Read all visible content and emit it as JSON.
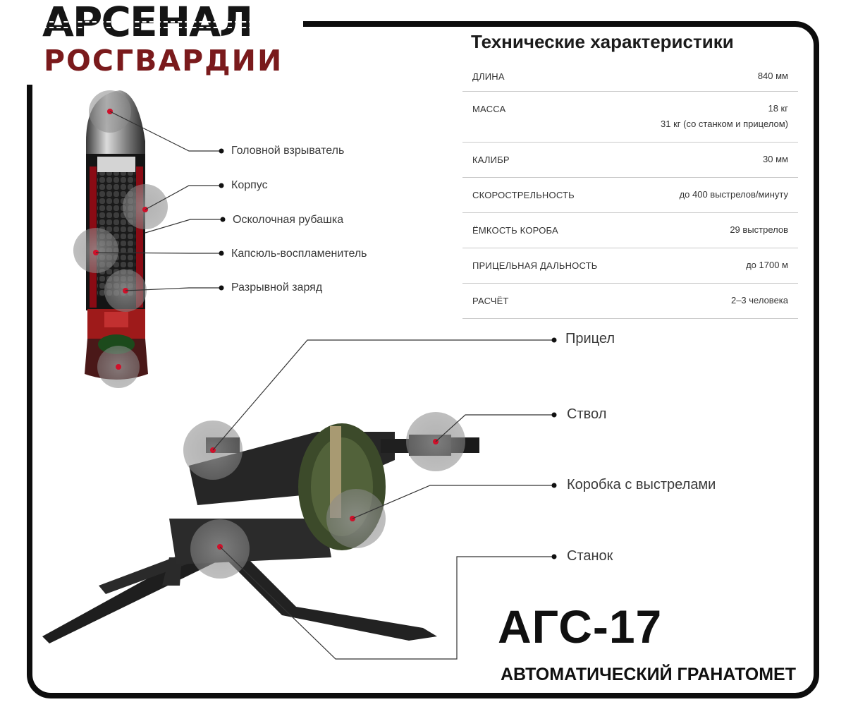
{
  "logo": {
    "line1": "АРСЕНАЛ",
    "line2": "РОСГВАРДИИ"
  },
  "specs": {
    "title": "Технические характеристики",
    "rows": [
      {
        "label": "Длина",
        "value": "840 мм",
        "value2": ""
      },
      {
        "label": "Масса",
        "value": "18 кг",
        "value2": "31 кг (со станком и прицелом)"
      },
      {
        "label": "Калибр",
        "value": "30 мм",
        "value2": ""
      },
      {
        "label": "Скорострельность",
        "value": "до 400 выстрелов/минуту",
        "value2": ""
      },
      {
        "label": "Ёмкость короба",
        "value": "29 выстрелов",
        "value2": ""
      },
      {
        "label": "Прицельная дальность",
        "value": "до 1700 м",
        "value2": ""
      },
      {
        "label": "Расчёт",
        "value": "2–3 человека",
        "value2": ""
      }
    ]
  },
  "grenade_labels": [
    "Головной взрыватель",
    "Корпус",
    "Осколочная рубашка",
    "Капсюль-воспламенитель",
    "Разрывной заряд"
  ],
  "launcher_labels": [
    "Прицел",
    "Ствол",
    "Коробка с выстрелами",
    "Станок"
  ],
  "model": "АГС-17",
  "subtitle": "АВТОМАТИЧЕСКИЙ ГРАНАТОМЕТ",
  "colors": {
    "accent": "#d0102a",
    "logo_red": "#7a1a1c",
    "frame": "#0d0d0d"
  }
}
